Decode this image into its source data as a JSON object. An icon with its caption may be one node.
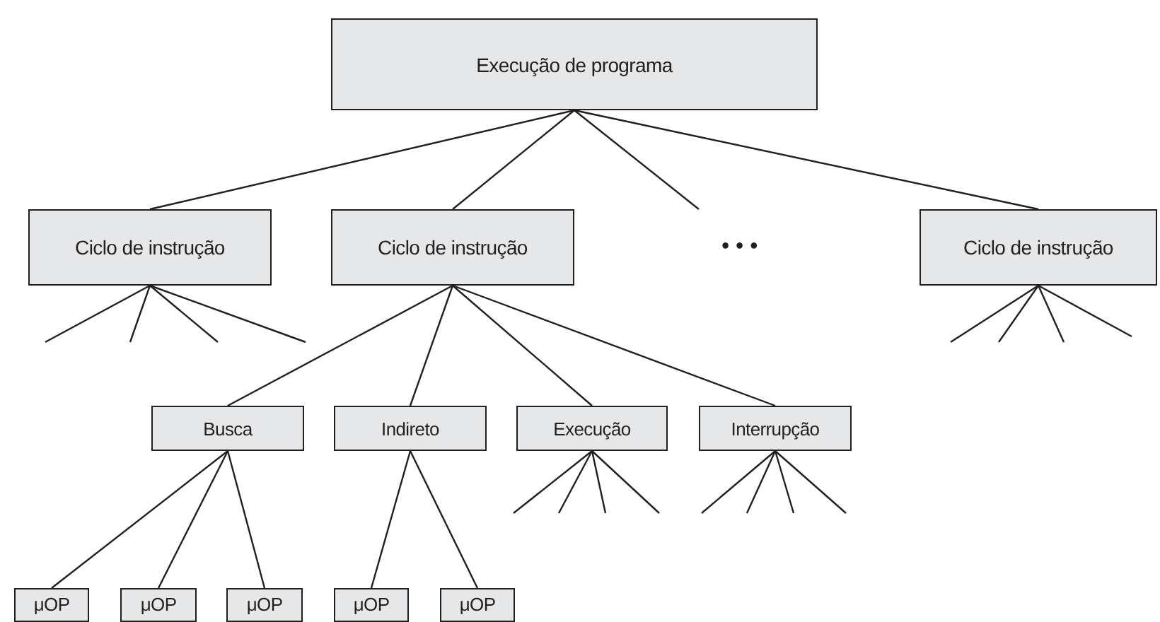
{
  "diagram": {
    "nodes": [
      {
        "text": [
          "Execução de programa"
        ]
      },
      {
        "text": [
          "Ciclo de instrução"
        ]
      },
      {
        "text": [
          "Ciclo de instrução"
        ]
      },
      {
        "text": [
          "Ciclo de instrução"
        ]
      },
      {
        "text": [
          "Busca"
        ]
      },
      {
        "text": [
          "Indireto"
        ]
      },
      {
        "text": [
          "Execução"
        ]
      },
      {
        "text": [
          "Interrupção"
        ]
      },
      {
        "text": [
          "μOP"
        ]
      },
      {
        "text": [
          "μOP"
        ]
      },
      {
        "text": [
          "μOP"
        ]
      },
      {
        "text": [
          "μOP"
        ]
      },
      {
        "text": [
          "μOP"
        ]
      }
    ],
    "edges": [
      {
        "from": 0,
        "to": 1,
        "arrow": "none"
      },
      {
        "from": 0,
        "to": 2,
        "arrow": "none"
      },
      {
        "from": 0,
        "to": null,
        "arrow": "none"
      },
      {
        "from": 0,
        "to": 3,
        "arrow": "none"
      },
      {
        "from": 1,
        "to": null,
        "arrow": "none"
      },
      {
        "from": 1,
        "to": null,
        "arrow": "none"
      },
      {
        "from": 1,
        "to": null,
        "arrow": "none"
      },
      {
        "from": 1,
        "to": null,
        "arrow": "none"
      },
      {
        "from": 2,
        "to": 4,
        "arrow": "none"
      },
      {
        "from": 2,
        "to": 5,
        "arrow": "none"
      },
      {
        "from": 2,
        "to": 6,
        "arrow": "none"
      },
      {
        "from": 2,
        "to": 7,
        "arrow": "none"
      },
      {
        "from": 3,
        "to": null,
        "arrow": "none"
      },
      {
        "from": 3,
        "to": null,
        "arrow": "none"
      },
      {
        "from": 3,
        "to": null,
        "arrow": "none"
      },
      {
        "from": 3,
        "to": null,
        "arrow": "none"
      },
      {
        "from": 4,
        "to": 8,
        "arrow": "none"
      },
      {
        "from": 4,
        "to": 9,
        "arrow": "none"
      },
      {
        "from": 4,
        "to": 10,
        "arrow": "none"
      },
      {
        "from": 5,
        "to": 11,
        "arrow": "none"
      },
      {
        "from": 5,
        "to": 12,
        "arrow": "none"
      },
      {
        "from": 6,
        "to": null,
        "arrow": "none"
      },
      {
        "from": 6,
        "to": null,
        "arrow": "none"
      },
      {
        "from": 6,
        "to": null,
        "arrow": "none"
      },
      {
        "from": 6,
        "to": null,
        "arrow": "none"
      },
      {
        "from": 7,
        "to": null,
        "arrow": "none"
      },
      {
        "from": 7,
        "to": null,
        "arrow": "none"
      },
      {
        "from": 7,
        "to": null,
        "arrow": "none"
      },
      {
        "from": 7,
        "to": null,
        "arrow": "none"
      }
    ],
    "labels": [
      "• • •"
    ]
  }
}
